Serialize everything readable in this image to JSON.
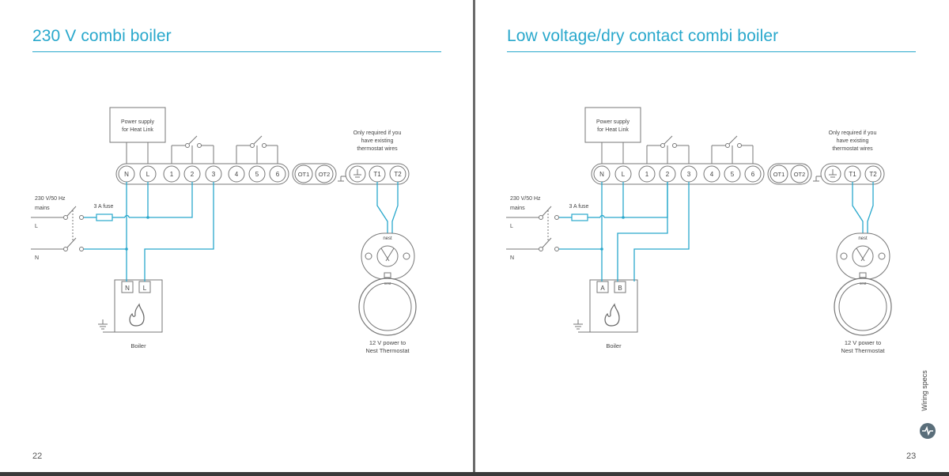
{
  "left_page": {
    "title": "230 V combi boiler",
    "page_number": "22",
    "power_supply_label": [
      "Power supply",
      "for Heat Link"
    ],
    "terminals_main": [
      "N",
      "L",
      "1",
      "2",
      "3",
      "4",
      "5",
      "6"
    ],
    "terminals_ot": [
      "OT1",
      "OT2"
    ],
    "terminals_thermo": [
      "T1",
      "T2"
    ],
    "mains_label": [
      "230 V/50 Hz",
      "mains"
    ],
    "line_labels": {
      "l": "L",
      "n": "N"
    },
    "fuse_label": "3 A fuse",
    "boiler_terminals": [
      "N",
      "L"
    ],
    "boiler_label": "Boiler",
    "only_required_label": [
      "Only required if you",
      "have existing",
      "thermostat wires"
    ],
    "thermostat_label": [
      "12 V power to",
      "Nest Thermostat"
    ],
    "nest_logo": "nest"
  },
  "right_page": {
    "title": "Low voltage/dry contact combi boiler",
    "page_number": "23",
    "power_supply_label": [
      "Power supply",
      "for Heat Link"
    ],
    "terminals_main": [
      "N",
      "L",
      "1",
      "2",
      "3",
      "4",
      "5",
      "6"
    ],
    "terminals_ot": [
      "OT1",
      "OT2"
    ],
    "terminals_thermo": [
      "T1",
      "T2"
    ],
    "mains_label": [
      "230 V/50 Hz",
      "mains"
    ],
    "line_labels": {
      "l": "L",
      "n": "N"
    },
    "fuse_label": "3 A fuse",
    "boiler_terminals": [
      "A",
      "B"
    ],
    "boiler_label": "Boiler",
    "only_required_label": [
      "Only required if you",
      "have existing",
      "thermostat wires"
    ],
    "thermostat_label": [
      "12 V power to",
      "Nest Thermostat"
    ],
    "nest_logo": "nest",
    "sidebar_label": "Wiring specs",
    "sidebar_icon": "wiring-icon"
  },
  "colors": {
    "accent": "#29a8cc",
    "line": "#777777",
    "text": "#444444"
  }
}
